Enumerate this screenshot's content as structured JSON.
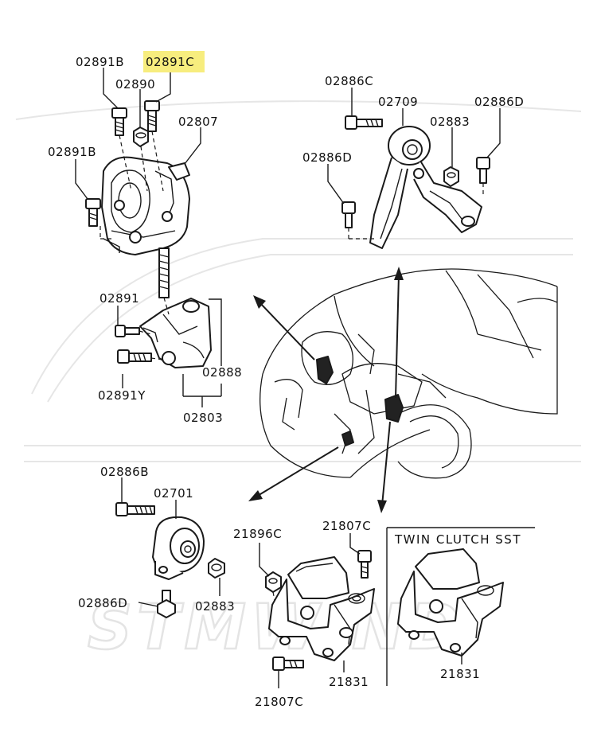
{
  "watermark": {
    "text": "STMWIND"
  },
  "callouts": {
    "p02891B_top": "02891B",
    "p02891C": "02891C",
    "p02890": "02890",
    "p02807": "02807",
    "p02891B_left": "02891B",
    "p02891": "02891",
    "p02891Y": "02891Y",
    "p02888": "02888",
    "p02803": "02803",
    "p02886C": "02886C",
    "p02709": "02709",
    "p02886D_right": "02886D",
    "p02883_top": "02883",
    "p02886D_left": "02886D",
    "p02886B": "02886B",
    "p02701": "02701",
    "p02886D_bottom": "02886D",
    "p02883_bottom": "02883",
    "p21896C": "21896C",
    "p21807C_top": "21807C",
    "p21831_left": "21831",
    "p21807C_bottom": "21807C",
    "p21831_right": "21831"
  },
  "inset": {
    "title": "TWIN CLUTCH SST"
  },
  "highlight_color": "#f7ed7e",
  "watermark_color": "#e4e4e4"
}
